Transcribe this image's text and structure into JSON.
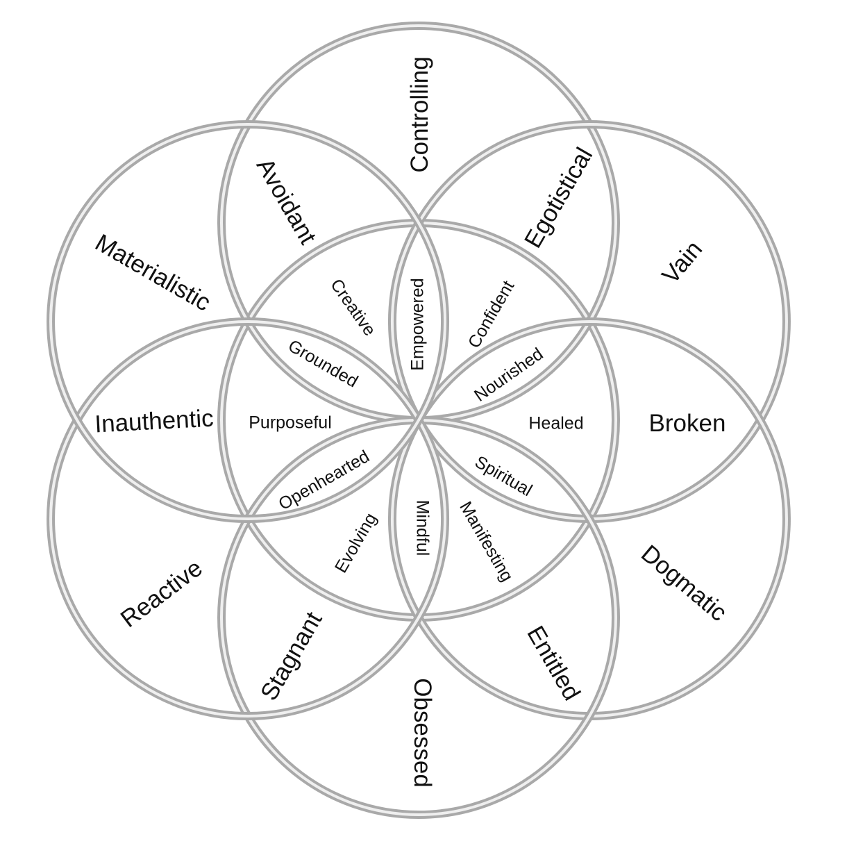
{
  "title": "Seed of Life traits",
  "colors": {
    "ring": "#a9a9a9",
    "ring_highlight": "#efefef",
    "text": "#111111"
  },
  "outer_labels": [
    "Controlling",
    "Egotistical",
    "Vain",
    "Broken",
    "Dogmatic",
    "Entitled",
    "Obsessed",
    "Stagnant",
    "Reactive",
    "Inauthentic",
    "Materialistic",
    "Avoidant"
  ],
  "inner_labels": [
    "Creative",
    "Empowered",
    "Confident",
    "Grounded",
    "Nourished",
    "Purposeful",
    "Healed",
    "Openhearted",
    "Spiritual",
    "Evolving",
    "Mindful",
    "Manifesting"
  ]
}
